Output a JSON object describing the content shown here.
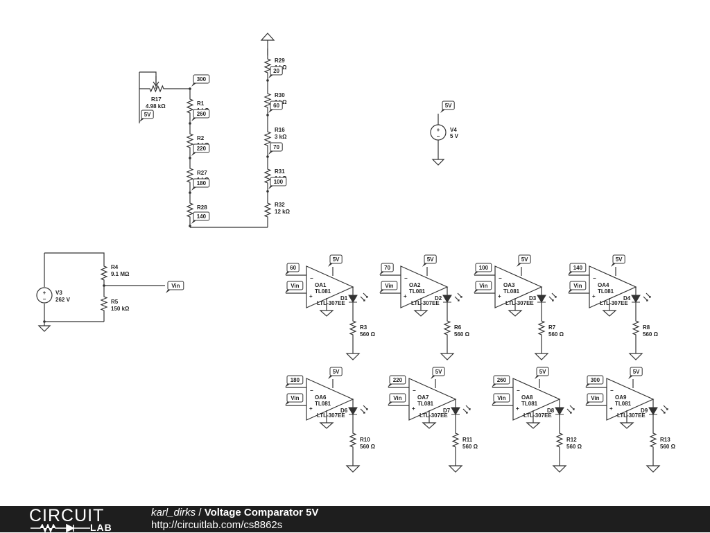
{
  "circuit": {
    "ladder": {
      "pot": {
        "ref": "R17",
        "value": "4.98 kΩ",
        "supply": "5V"
      },
      "left": [
        {
          "ref": "R1",
          "value": "1 kΩ"
        },
        {
          "ref": "R2",
          "value": "1 kΩ"
        },
        {
          "ref": "R27",
          "value": "1 kΩ"
        },
        {
          "ref": "R28",
          "value": "1 kΩ"
        }
      ],
      "left_nodes": [
        "300",
        "260",
        "220",
        "180",
        "140"
      ],
      "right": [
        {
          "ref": "R29",
          "value": "1 kΩ"
        },
        {
          "ref": "R30",
          "value": "1 kΩ"
        },
        {
          "ref": "R16",
          "value": "3 kΩ"
        },
        {
          "ref": "R31",
          "value": "1 kΩ"
        },
        {
          "ref": "R32",
          "value": "12 kΩ"
        }
      ],
      "right_nodes": [
        "20",
        "60",
        "70",
        "100"
      ]
    },
    "v4": {
      "ref": "V4",
      "value": "5 V",
      "net": "5V"
    },
    "divider": {
      "source": {
        "ref": "V3",
        "value": "262 V"
      },
      "r_top": {
        "ref": "R4",
        "value": "9.1 MΩ"
      },
      "r_bottom": {
        "ref": "R5",
        "value": "150 kΩ"
      },
      "out": "Vin"
    },
    "comparators": [
      {
        "ref": "OA1",
        "part": "TL081",
        "ref_net": "60",
        "in_net": "Vin",
        "supply": "5V",
        "led": "D1",
        "led_part": "LTL-307EE",
        "res": "R3",
        "res_value": "560 Ω"
      },
      {
        "ref": "OA2",
        "part": "TL081",
        "ref_net": "70",
        "in_net": "Vin",
        "supply": "5V",
        "led": "D2",
        "led_part": "LTL-307EE",
        "res": "R6",
        "res_value": "560 Ω"
      },
      {
        "ref": "OA3",
        "part": "TL081",
        "ref_net": "100",
        "in_net": "Vin",
        "supply": "5V",
        "led": "D3",
        "led_part": "LTL-307EE",
        "res": "R7",
        "res_value": "560 Ω"
      },
      {
        "ref": "OA4",
        "part": "TL081",
        "ref_net": "140",
        "in_net": "Vin",
        "supply": "5V",
        "led": "D4",
        "led_part": "LTL-307EE",
        "res": "R8",
        "res_value": "560 Ω"
      },
      {
        "ref": "OA6",
        "part": "TL081",
        "ref_net": "180",
        "in_net": "Vin",
        "supply": "5V",
        "led": "D6",
        "led_part": "LTL-307EE",
        "res": "R10",
        "res_value": "560 Ω"
      },
      {
        "ref": "OA7",
        "part": "TL081",
        "ref_net": "220",
        "in_net": "Vin",
        "supply": "5V",
        "led": "D7",
        "led_part": "LTL-307EE",
        "res": "R11",
        "res_value": "560 Ω"
      },
      {
        "ref": "OA8",
        "part": "TL081",
        "ref_net": "260",
        "in_net": "Vin",
        "supply": "5V",
        "led": "D8",
        "led_part": "LTL-307EE",
        "res": "R12",
        "res_value": "560 Ω"
      },
      {
        "ref": "OA9",
        "part": "TL081",
        "ref_net": "300",
        "in_net": "Vin",
        "supply": "5V",
        "led": "D9",
        "led_part": "LTL-307EE",
        "res": "R13",
        "res_value": "560 Ω"
      }
    ]
  },
  "footer": {
    "logo_top": "CIRCUIT",
    "logo_bottom": "LAB",
    "author": "karl_dirks",
    "separator": " / ",
    "title": "Voltage Comparator 5V",
    "url": "http://circuitlab.com/cs8862s"
  }
}
